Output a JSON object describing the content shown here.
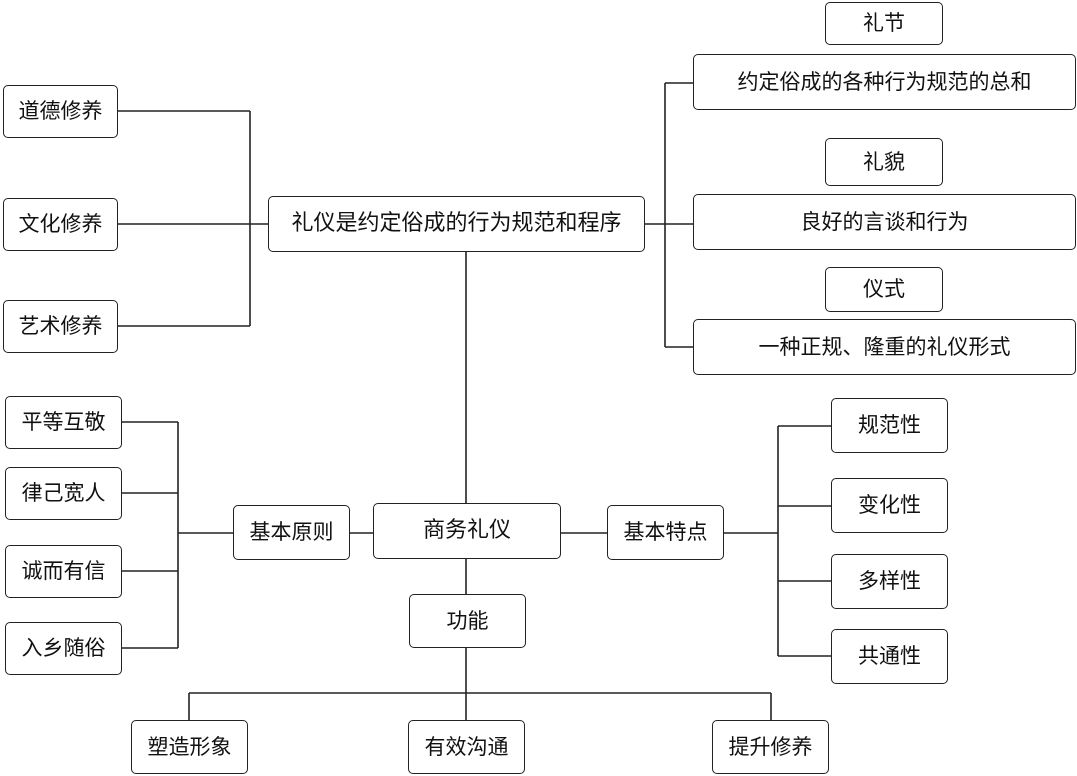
{
  "colors": {
    "line": "#222222",
    "box_border": "#222222",
    "background": "#ffffff"
  },
  "diagram": {
    "definition": "礼仪是约定俗成的行为规范和程序",
    "center": "商务礼仪",
    "cultivation": [
      "道德修养",
      "文化修养",
      "艺术修养"
    ],
    "forms": [
      {
        "title": "礼节",
        "desc": "约定俗成的各种行为规范的总和"
      },
      {
        "title": "礼貌",
        "desc": "良好的言谈和行为"
      },
      {
        "title": "仪式",
        "desc": "一种正规、隆重的礼仪形式"
      }
    ],
    "principles": {
      "label": "基本原则",
      "items": [
        "平等互敬",
        "律己宽人",
        "诚而有信",
        "入乡随俗"
      ]
    },
    "features": {
      "label": "基本特点",
      "items": [
        "规范性",
        "变化性",
        "多样性",
        "共通性"
      ]
    },
    "functions": {
      "label": "功能",
      "items": [
        "塑造形象",
        "有效沟通",
        "提升修养"
      ]
    }
  }
}
